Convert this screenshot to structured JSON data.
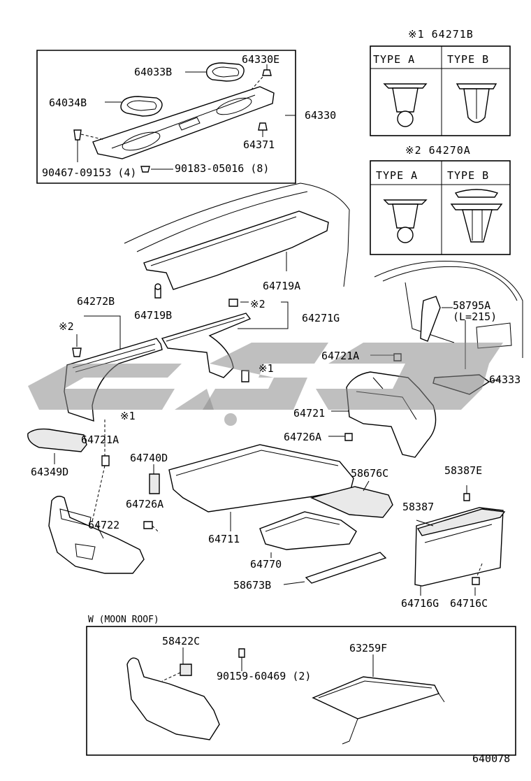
{
  "labels": {
    "p64330E": "64330E",
    "p64033B": "64033B",
    "p64034B": "64034B",
    "p64330": "64330",
    "p64371": "64371",
    "p90467": "90467-09153 (4)",
    "p90183": "90183-05016 (8)",
    "p64719A": "64719A",
    "p64719B": "64719B",
    "p64272B": "64272B",
    "p64271G": "64271G",
    "p58795A": "58795A",
    "p58795A_len": "(L=215)",
    "p64721A_r": "64721A",
    "p64333": "64333",
    "p64721": "64721",
    "p64726A_r": "64726A",
    "p64721A_l": "64721A",
    "p64349D": "64349D",
    "p64740D": "64740D",
    "p64726A_l": "64726A",
    "p58676C": "58676C",
    "p58387E": "58387E",
    "p58387": "58387",
    "p64722": "64722",
    "p64711": "64711",
    "p64770": "64770",
    "p58673B": "58673B",
    "p64716G": "64716G",
    "p64716C": "64716C",
    "p58422C": "58422C",
    "p90159": "90159-60469 (2)",
    "p63259F": "63259F",
    "ref1": "※1",
    "ref2": "※2",
    "ref1b": "※1",
    "ref1c": "※1",
    "ref2b": "※2"
  },
  "clip_boxes": {
    "box1_title": "※1 64271B",
    "box2_title": "※2 64270A",
    "type_a": "TYPE A",
    "type_b": "TYPE B"
  },
  "inset": {
    "title": "W (MOON ROOF)"
  },
  "footer": {
    "code": "640078"
  }
}
